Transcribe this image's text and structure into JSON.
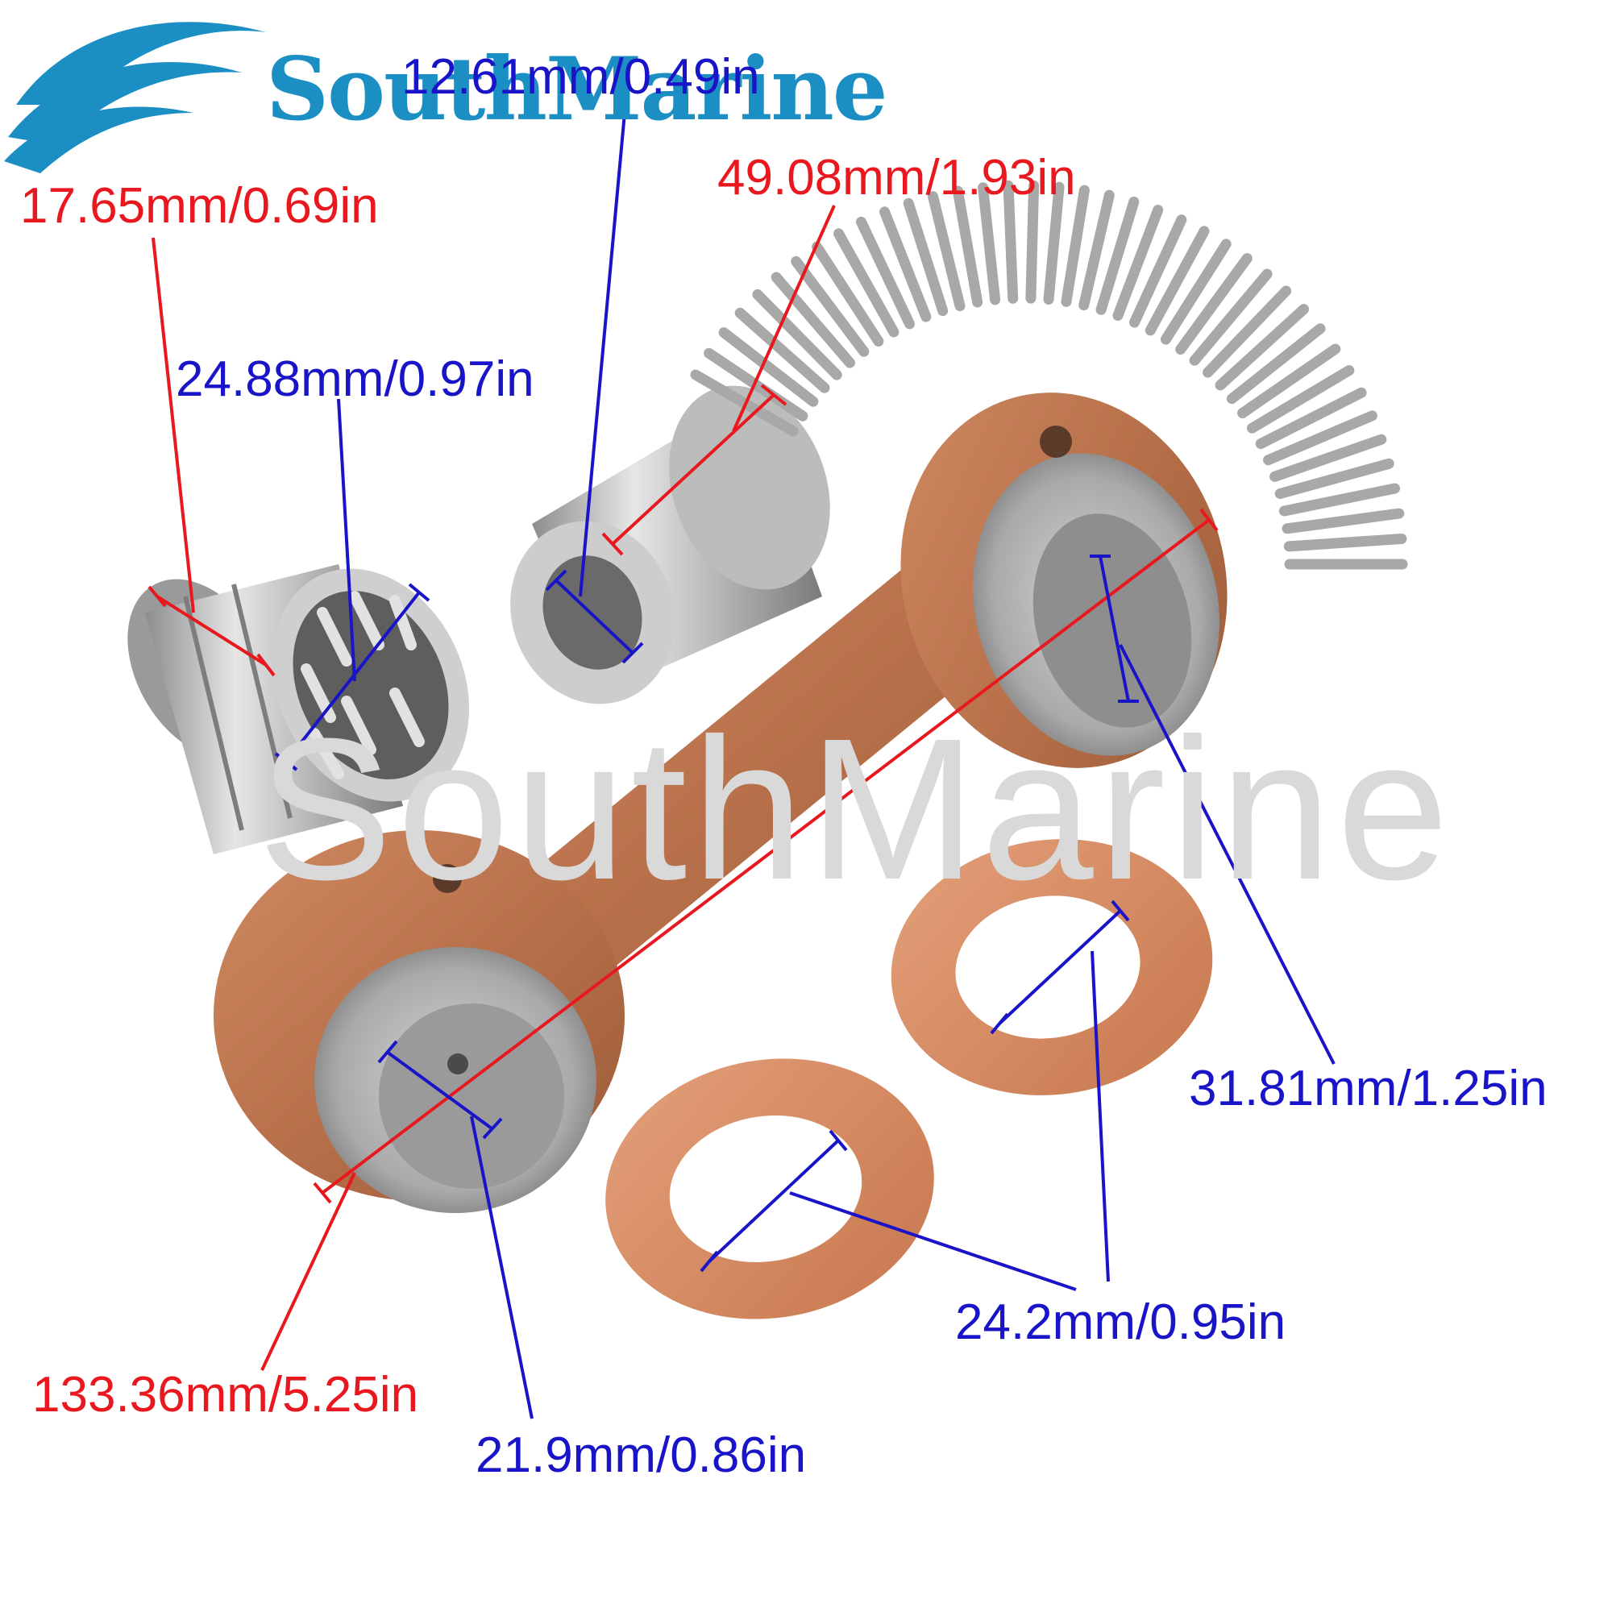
{
  "brand": {
    "name": "SouthMarine",
    "color": "#1b8fc4",
    "logo_icon": "wave-logo-icon"
  },
  "watermark": {
    "text": "SouthMarine",
    "color": "#d9d9d9"
  },
  "colors": {
    "red_dimension": "#e8181e",
    "blue_dimension": "#1a14c8",
    "copper": "#c27a52",
    "steel": "#b8b8b8"
  },
  "dimensions": {
    "pin_inner": "12.61mm/0.49in",
    "pin_length": "49.08mm/1.93in",
    "bearing_width": "17.65mm/0.69in",
    "bearing_diameter": "24.88mm/0.97in",
    "rod_length": "133.36mm/5.25in",
    "small_end_bore": "21.9mm/0.86in",
    "big_end_bore": "31.81mm/1.25in",
    "washer_inner": "24.2mm/0.95in"
  }
}
